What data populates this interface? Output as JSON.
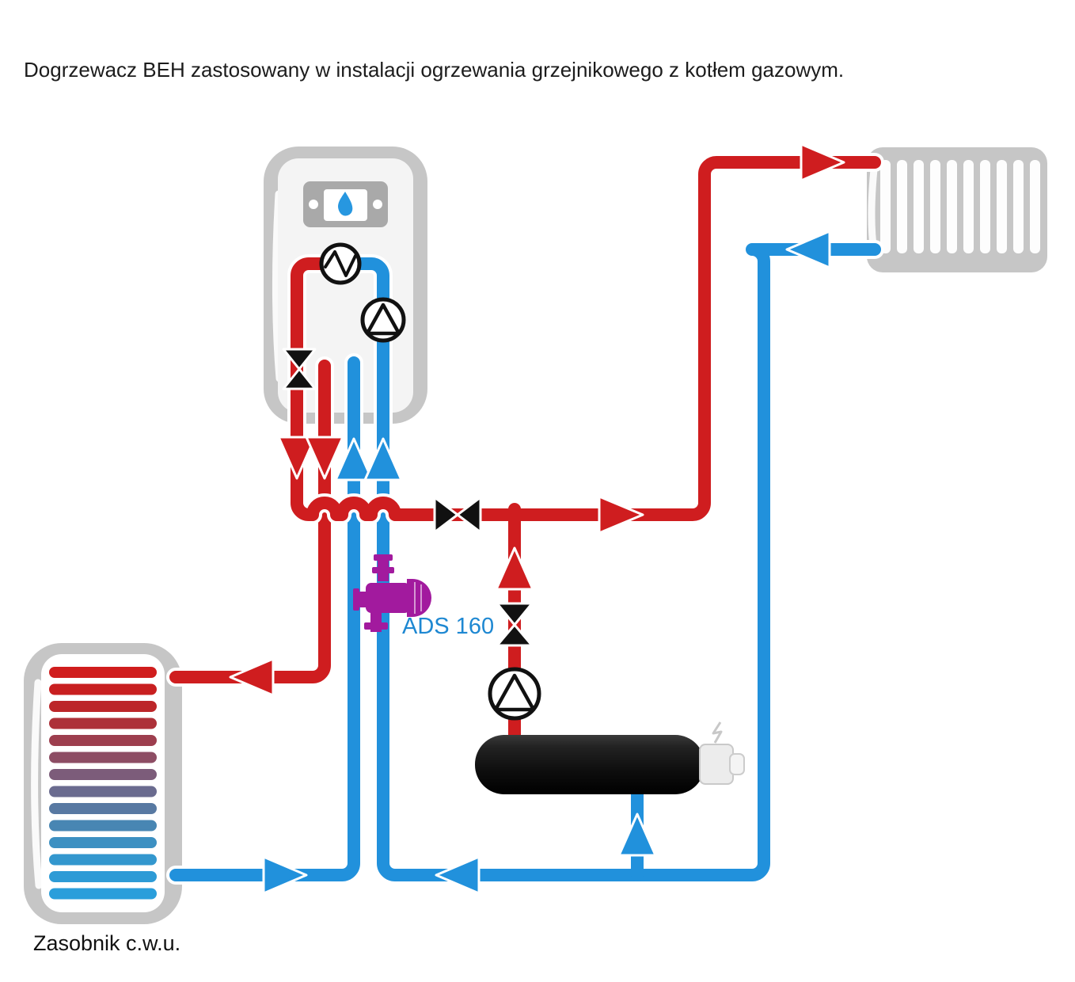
{
  "title": "Dogrzewacz BEH zastosowany w instalacji ogrzewania grzejnikowego z kotłem gazowym.",
  "labels": {
    "ads": "ADS 160",
    "tank": "Zasobnik c.w.u."
  },
  "colors": {
    "hot": "#cf1d1f",
    "cold": "#2191dc",
    "component": "#a21a9e",
    "label_blue": "#1e88d2",
    "appliance_gray": "#c6c6c6",
    "flame_blue": "#2797e0",
    "text_dark": "#1c1c1c"
  },
  "icons": [
    "gas-boiler-icon",
    "flame-icon",
    "heat-exchanger-icon",
    "pump-icon",
    "three-way-valve-icon",
    "check-valve-icon",
    "shutoff-valve-icon",
    "air-dirt-separator-icon",
    "radiator-icon",
    "dhw-tank-icon",
    "beh-inline-heater-icon",
    "flow-arrow-icon"
  ],
  "tank": {
    "stripe_colors": [
      "#d01d1d",
      "#c81f20",
      "#bc2629",
      "#ad3139",
      "#9d3e4e",
      "#8d4d64",
      "#7c5c7a",
      "#6a6b8f",
      "#5879a2",
      "#4886b3",
      "#3c90c2",
      "#3397ce",
      "#2d9bd6",
      "#2a9edb"
    ]
  }
}
